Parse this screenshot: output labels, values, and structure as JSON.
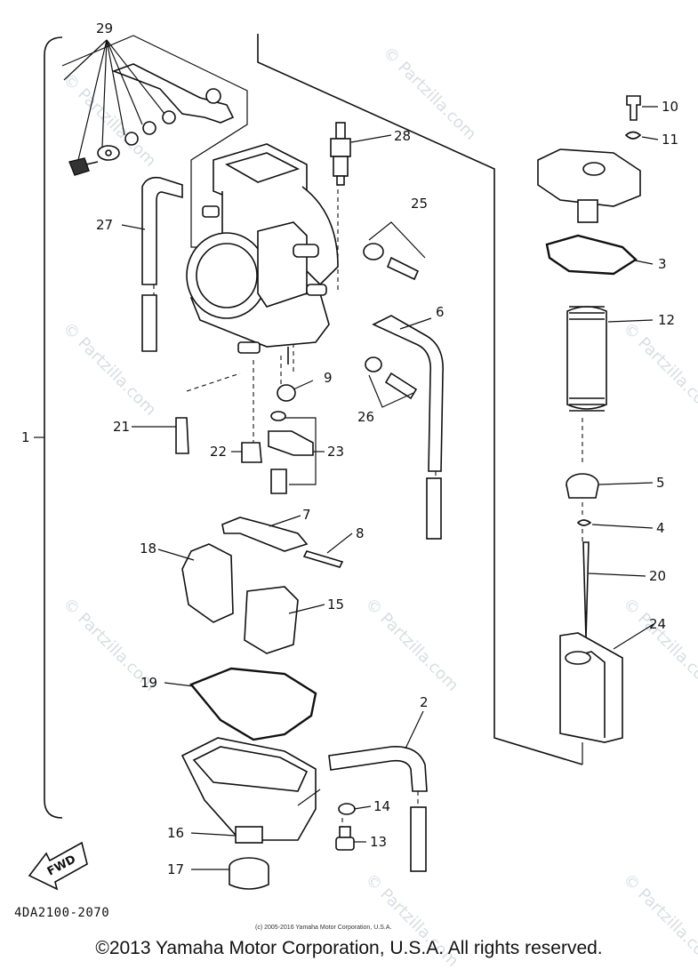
{
  "watermark": "© Partzilla.com",
  "fwd_label": "FWD",
  "part_code": "4DA2100-2070",
  "footnote": "(c) 2005-2016 Yamaha Motor Corporation, U.S.A.",
  "copyright": "©2013 Yamaha Motor Corporation, U.S.A. All rights reserved.",
  "callouts": {
    "c1": "1",
    "c2": "2",
    "c3": "3",
    "c4": "4",
    "c5": "5",
    "c6": "6",
    "c7": "7",
    "c8": "8",
    "c9": "9",
    "c10": "10",
    "c11": "11",
    "c12": "12",
    "c13": "13",
    "c14": "14",
    "c15": "15",
    "c16": "16",
    "c17": "17",
    "c18": "18",
    "c19": "19",
    "c20": "20",
    "c21": "21",
    "c22": "22",
    "c23": "23",
    "c24": "24",
    "c25": "25",
    "c26": "26",
    "c27": "27",
    "c28": "28",
    "c29": "29"
  }
}
